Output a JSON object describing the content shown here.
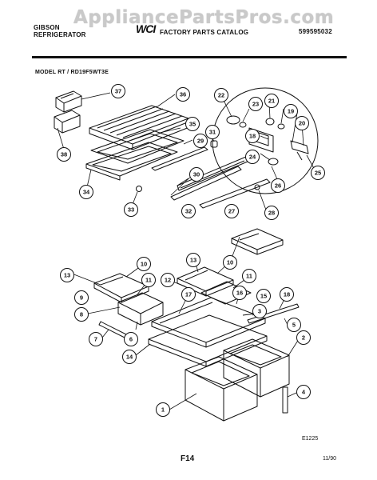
{
  "watermark": "AppliancePartsPros.com",
  "header": {
    "brand": "GIBSON",
    "product": "REFRIGERATOR",
    "catalog_title": "FACTORY PARTS CATALOG",
    "logo_text": "WCI",
    "catalog_number": "599595032"
  },
  "model_line": "MODEL RT / RD19F5WT3E",
  "callouts": [
    "37",
    "36",
    "22",
    "23",
    "21",
    "19",
    "38",
    "35",
    "31",
    "18",
    "20",
    "29",
    "24",
    "25",
    "34",
    "30",
    "26",
    "33",
    "32",
    "27",
    "28",
    "13",
    "10",
    "11",
    "13",
    "10",
    "12",
    "11",
    "16",
    "17",
    "15",
    "9",
    "3",
    "8",
    "18",
    "5",
    "7",
    "6",
    "14",
    "2",
    "1",
    "4"
  ],
  "footer": {
    "code": "E1225",
    "page": "F14",
    "date": "11/90"
  },
  "colors": {
    "ink": "#111111",
    "watermark": "#c9c9c9",
    "paper": "#ffffff"
  }
}
